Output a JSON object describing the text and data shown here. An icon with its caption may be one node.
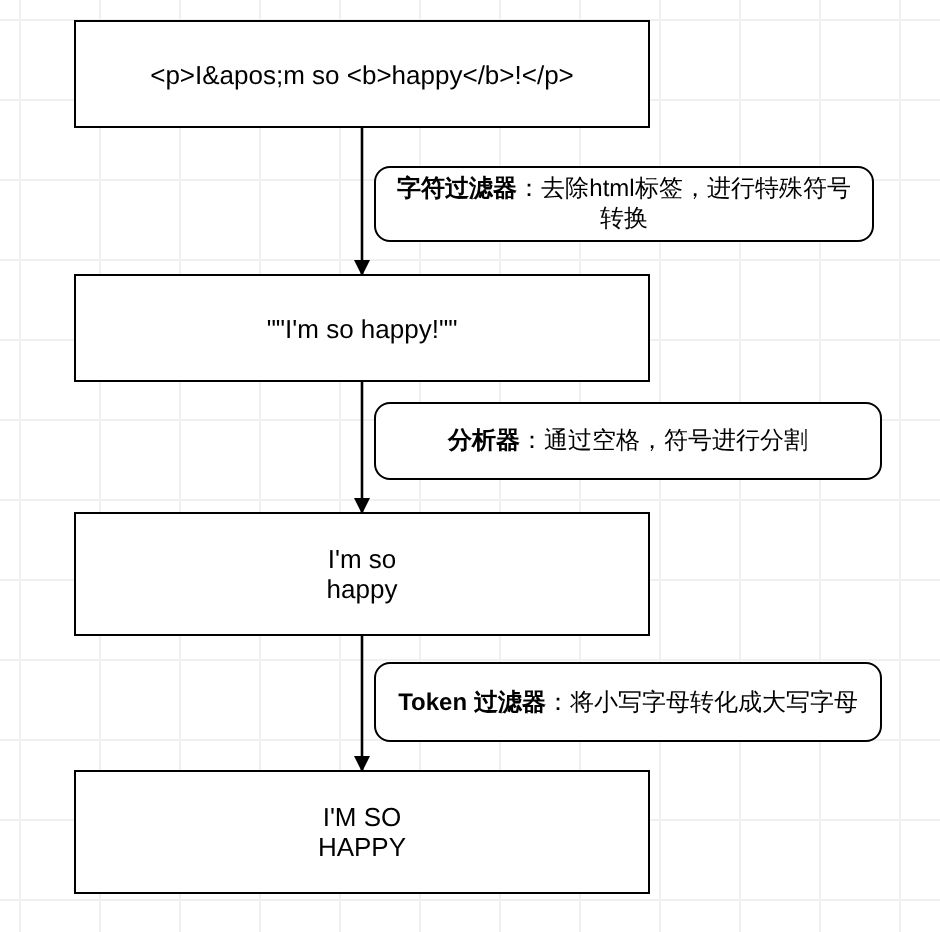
{
  "diagram": {
    "nodes": [
      {
        "text": [
          "<p>I&apos;m so <b>happy</b>!</p>"
        ]
      },
      {
        "text": [
          "**字符过滤器**：去除html标签，进行特殊符号转换"
        ]
      },
      {
        "text": [
          "\"\"I'm so happy!\"\""
        ]
      },
      {
        "text": [
          "**分析器**：通过空格，符号进行分割"
        ]
      },
      {
        "text": [
          "I'm so happy"
        ]
      },
      {
        "text": [
          "**Token 过滤器**：将小写字母转化成大写字母"
        ]
      },
      {
        "text": [
          "I'M SO HAPPY"
        ]
      }
    ],
    "edges": [
      {
        "from": 0,
        "to": 2,
        "arrow": "to"
      },
      {
        "from": 2,
        "to": 4,
        "arrow": "to"
      },
      {
        "from": 4,
        "to": 6,
        "arrow": "to"
      }
    ]
  }
}
